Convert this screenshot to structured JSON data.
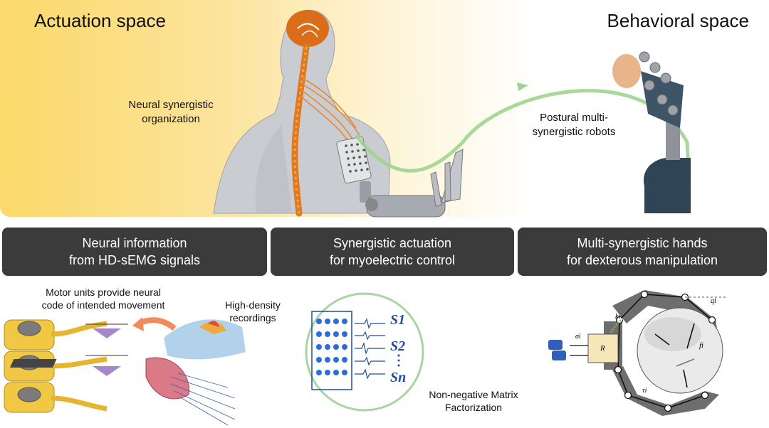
{
  "header": {
    "left_title": "Actuation space",
    "right_title": "Behavioral space"
  },
  "top_captions": {
    "neural_synergy_line1": "Neural synergistic",
    "neural_synergy_line2": "organization",
    "postural_line1": "Postural multi-",
    "postural_line2": "synergistic robots"
  },
  "panels": [
    {
      "line1": "Neural information",
      "line2": "from HD-sEMG signals"
    },
    {
      "line1": "Synergistic actuation",
      "line2": "for myoelectric control"
    },
    {
      "line1": "Multi-synergistic hands",
      "line2": "for dexterous manipulation"
    }
  ],
  "bottom_left": {
    "motor_line1": "Motor units provide neural",
    "motor_line2": "code of intended movement",
    "hd_line1": "High-density",
    "hd_line2": "recordings"
  },
  "bottom_middle": {
    "synergies": [
      "S1",
      "S2",
      "Sn"
    ],
    "nmf_line1": "Non-negative Matrix",
    "nmf_line2": "Factorization"
  },
  "bottom_right": {
    "labels": {
      "q": "qi",
      "k": "ki",
      "sigma": "σi",
      "R": "R",
      "f": "fi",
      "tau": "τi"
    }
  },
  "colors": {
    "gradient_start": "#fbd96a",
    "panel_bg": "#3b3b3b",
    "green_arrow": "#9fd58f",
    "spine_orange": "#e07a1f",
    "synergy_blue": "#1f4e9c",
    "nerve_yellow": "#e6b530"
  }
}
